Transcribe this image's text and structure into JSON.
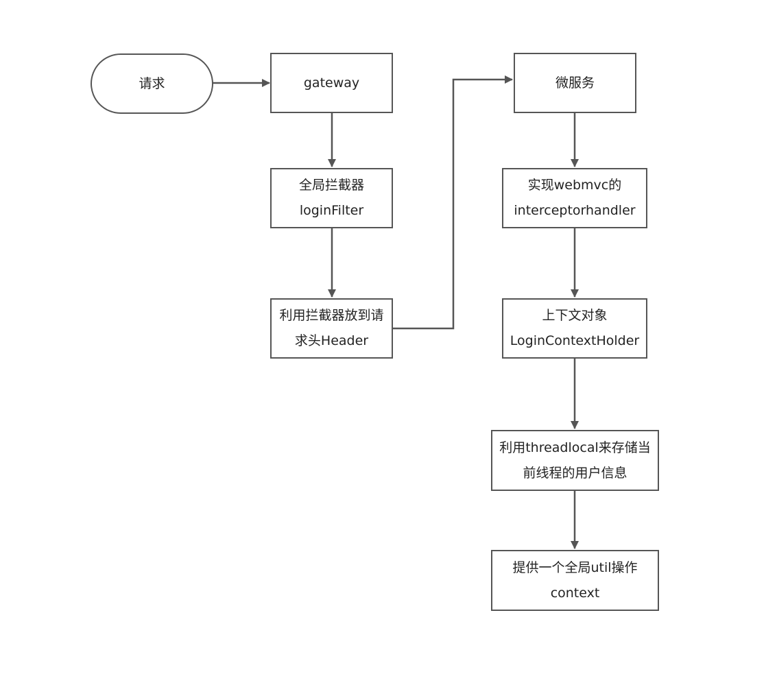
{
  "flowchart": {
    "nodes": {
      "request": {
        "text": "请求"
      },
      "gateway": {
        "text": "gateway"
      },
      "global_filter": {
        "line1": "全局拦截器",
        "line2": "loginFilter"
      },
      "header": {
        "line1": "利用拦截器放到请",
        "line2": "求头Header"
      },
      "microservice": {
        "text": "微服务"
      },
      "interceptor": {
        "line1": "实现webmvc的",
        "line2": "interceptorhandler"
      },
      "context_holder": {
        "line1": "上下文对象",
        "line2": "LoginContextHolder"
      },
      "threadlocal": {
        "line1": "利用threadlocal来存储当",
        "line2": "前线程的用户信息"
      },
      "util": {
        "line1": "提供一个全局util操作",
        "line2": "context"
      }
    },
    "edges": [
      {
        "from": "请求",
        "to": "gateway"
      },
      {
        "from": "gateway",
        "to": "全局拦截器 loginFilter"
      },
      {
        "from": "全局拦截器 loginFilter",
        "to": "利用拦截器放到请求头Header"
      },
      {
        "from": "利用拦截器放到请求头Header",
        "to": "微服务"
      },
      {
        "from": "微服务",
        "to": "实现webmvc的 interceptorhandler"
      },
      {
        "from": "实现webmvc的 interceptorhandler",
        "to": "上下文对象 LoginContextHolder"
      },
      {
        "from": "上下文对象 LoginContextHolder",
        "to": "利用threadlocal来存储当前线程的用户信息"
      },
      {
        "from": "利用threadlocal来存储当前线程的用户信息",
        "to": "提供一个全局util操作 context"
      }
    ]
  },
  "colors": {
    "stroke": "#555555",
    "text": "#222222",
    "background": "#ffffff"
  }
}
